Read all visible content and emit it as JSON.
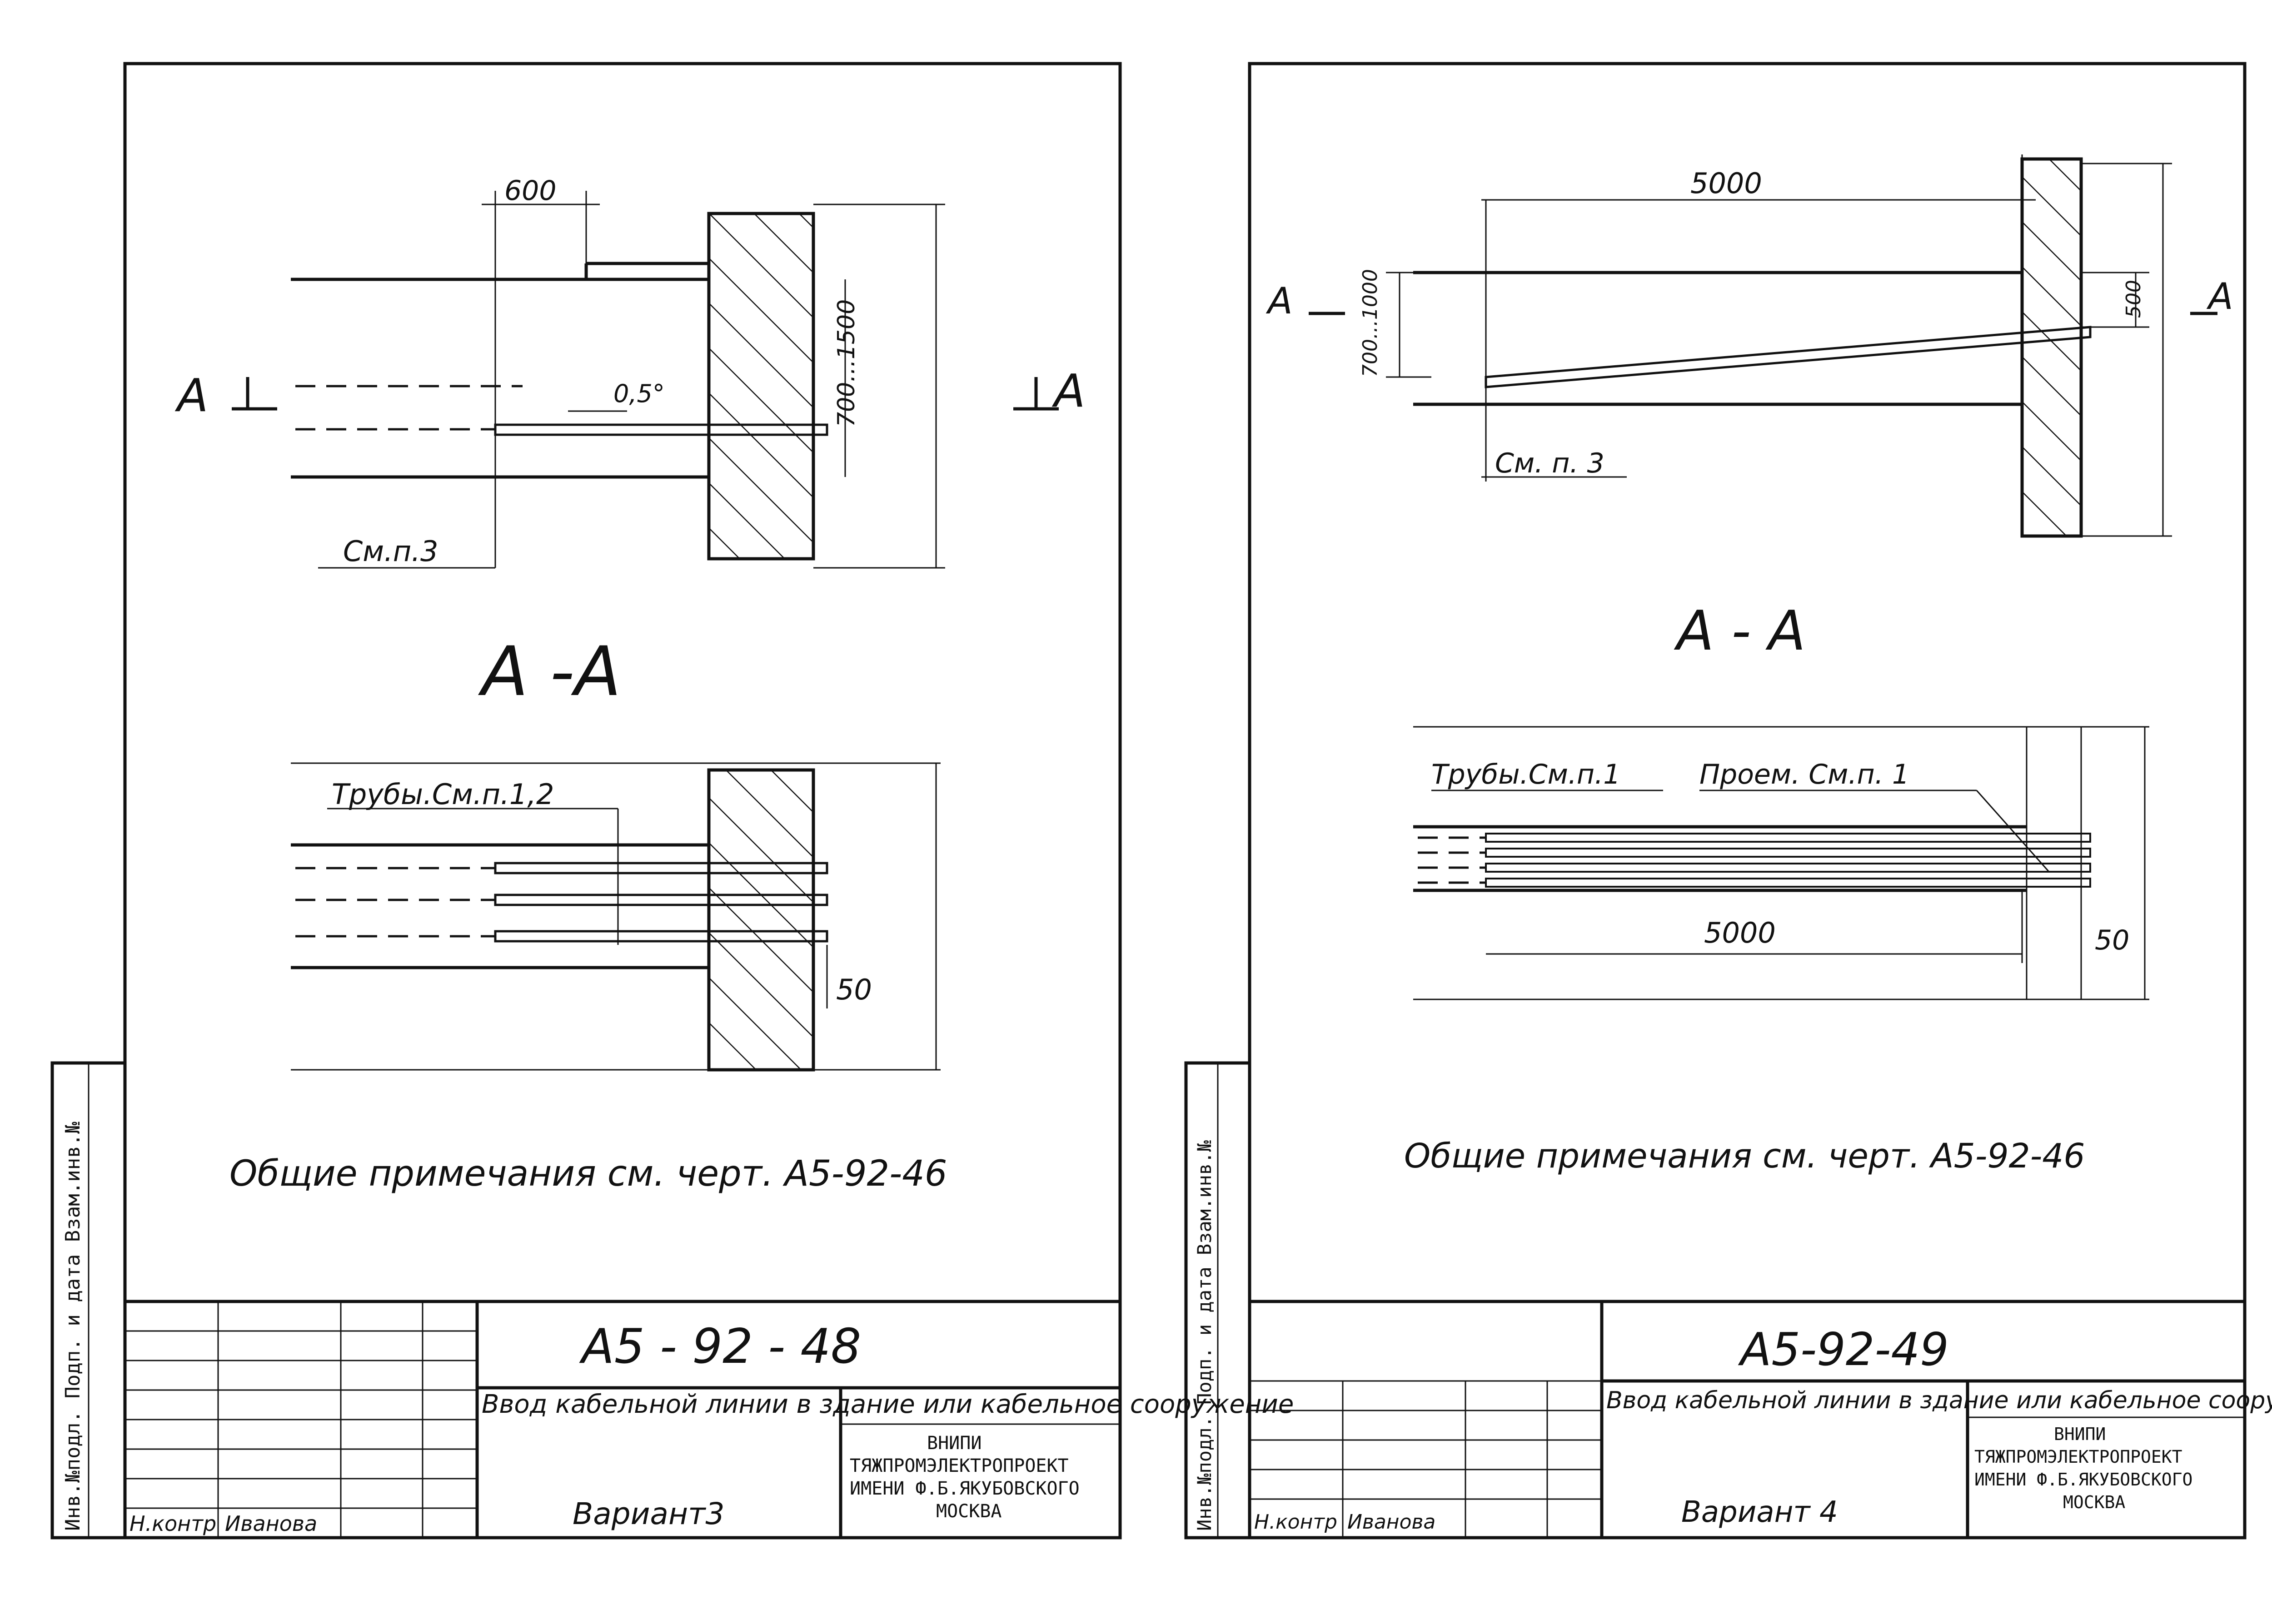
{
  "sheets": [
    {
      "id": "left",
      "plan": {
        "dim_top": "600",
        "dim_side": "700...1500",
        "angle": "0,5°",
        "section_mark_left": "А",
        "section_mark_right": "А",
        "note_ref": "См.п.3"
      },
      "section": {
        "title": "А -А",
        "pipes_label": "Трубы.См.п.1,2",
        "dim_bottom": "50"
      },
      "general_notes": "Общие примечания см. черт. А5-92-46",
      "side_stamp": "Инв.№подл.   Подп. и дата   Взам.инв.№",
      "title_block": {
        "code": "А5 - 92 - 48",
        "description": "Ввод кабельной линии в здание или кабельное сооружение",
        "variant": "Вариант3",
        "org_line1": "ВНИПИ",
        "org_line2": "ТЯЖПРОМЭЛЕКТРОПРОЕКТ",
        "org_line3": "ИМЕНИ Ф.Б.ЯКУБОВСКОГО",
        "org_line4": "МОСКВА",
        "role_norm": "Н.контр",
        "name_norm": "Иванова"
      }
    },
    {
      "id": "right",
      "plan": {
        "dim_top": "5000",
        "dim_side_left": "700...1000",
        "dim_side_right": "500",
        "section_mark_left": "А",
        "section_mark_right": "А",
        "note_ref": "См. п. 3"
      },
      "section": {
        "title": "А - А",
        "pipes_label": "Трубы.См.п.1",
        "opening_label": "Проем. См.п. 1",
        "dim_length": "5000",
        "dim_bottom": "50"
      },
      "general_notes": "Общие примечания см. черт. А5-92-46",
      "side_stamp": "Инв.№подл.   Подп. и дата   Взам.инв.№",
      "title_block": {
        "code": "А5-92-49",
        "description": "Ввод кабельной линии в здание или кабельное сооружение.",
        "variant": "Вариант 4",
        "org_line1": "ВНИПИ",
        "org_line2": "ТЯЖПРОМЭЛЕКТРОПРОЕКТ",
        "org_line3": "ИМЕНИ Ф.Б.ЯКУБОВСКОГО",
        "org_line4": "МОСКВА",
        "role_norm": "Н.контр",
        "name_norm": "Иванова"
      }
    }
  ]
}
